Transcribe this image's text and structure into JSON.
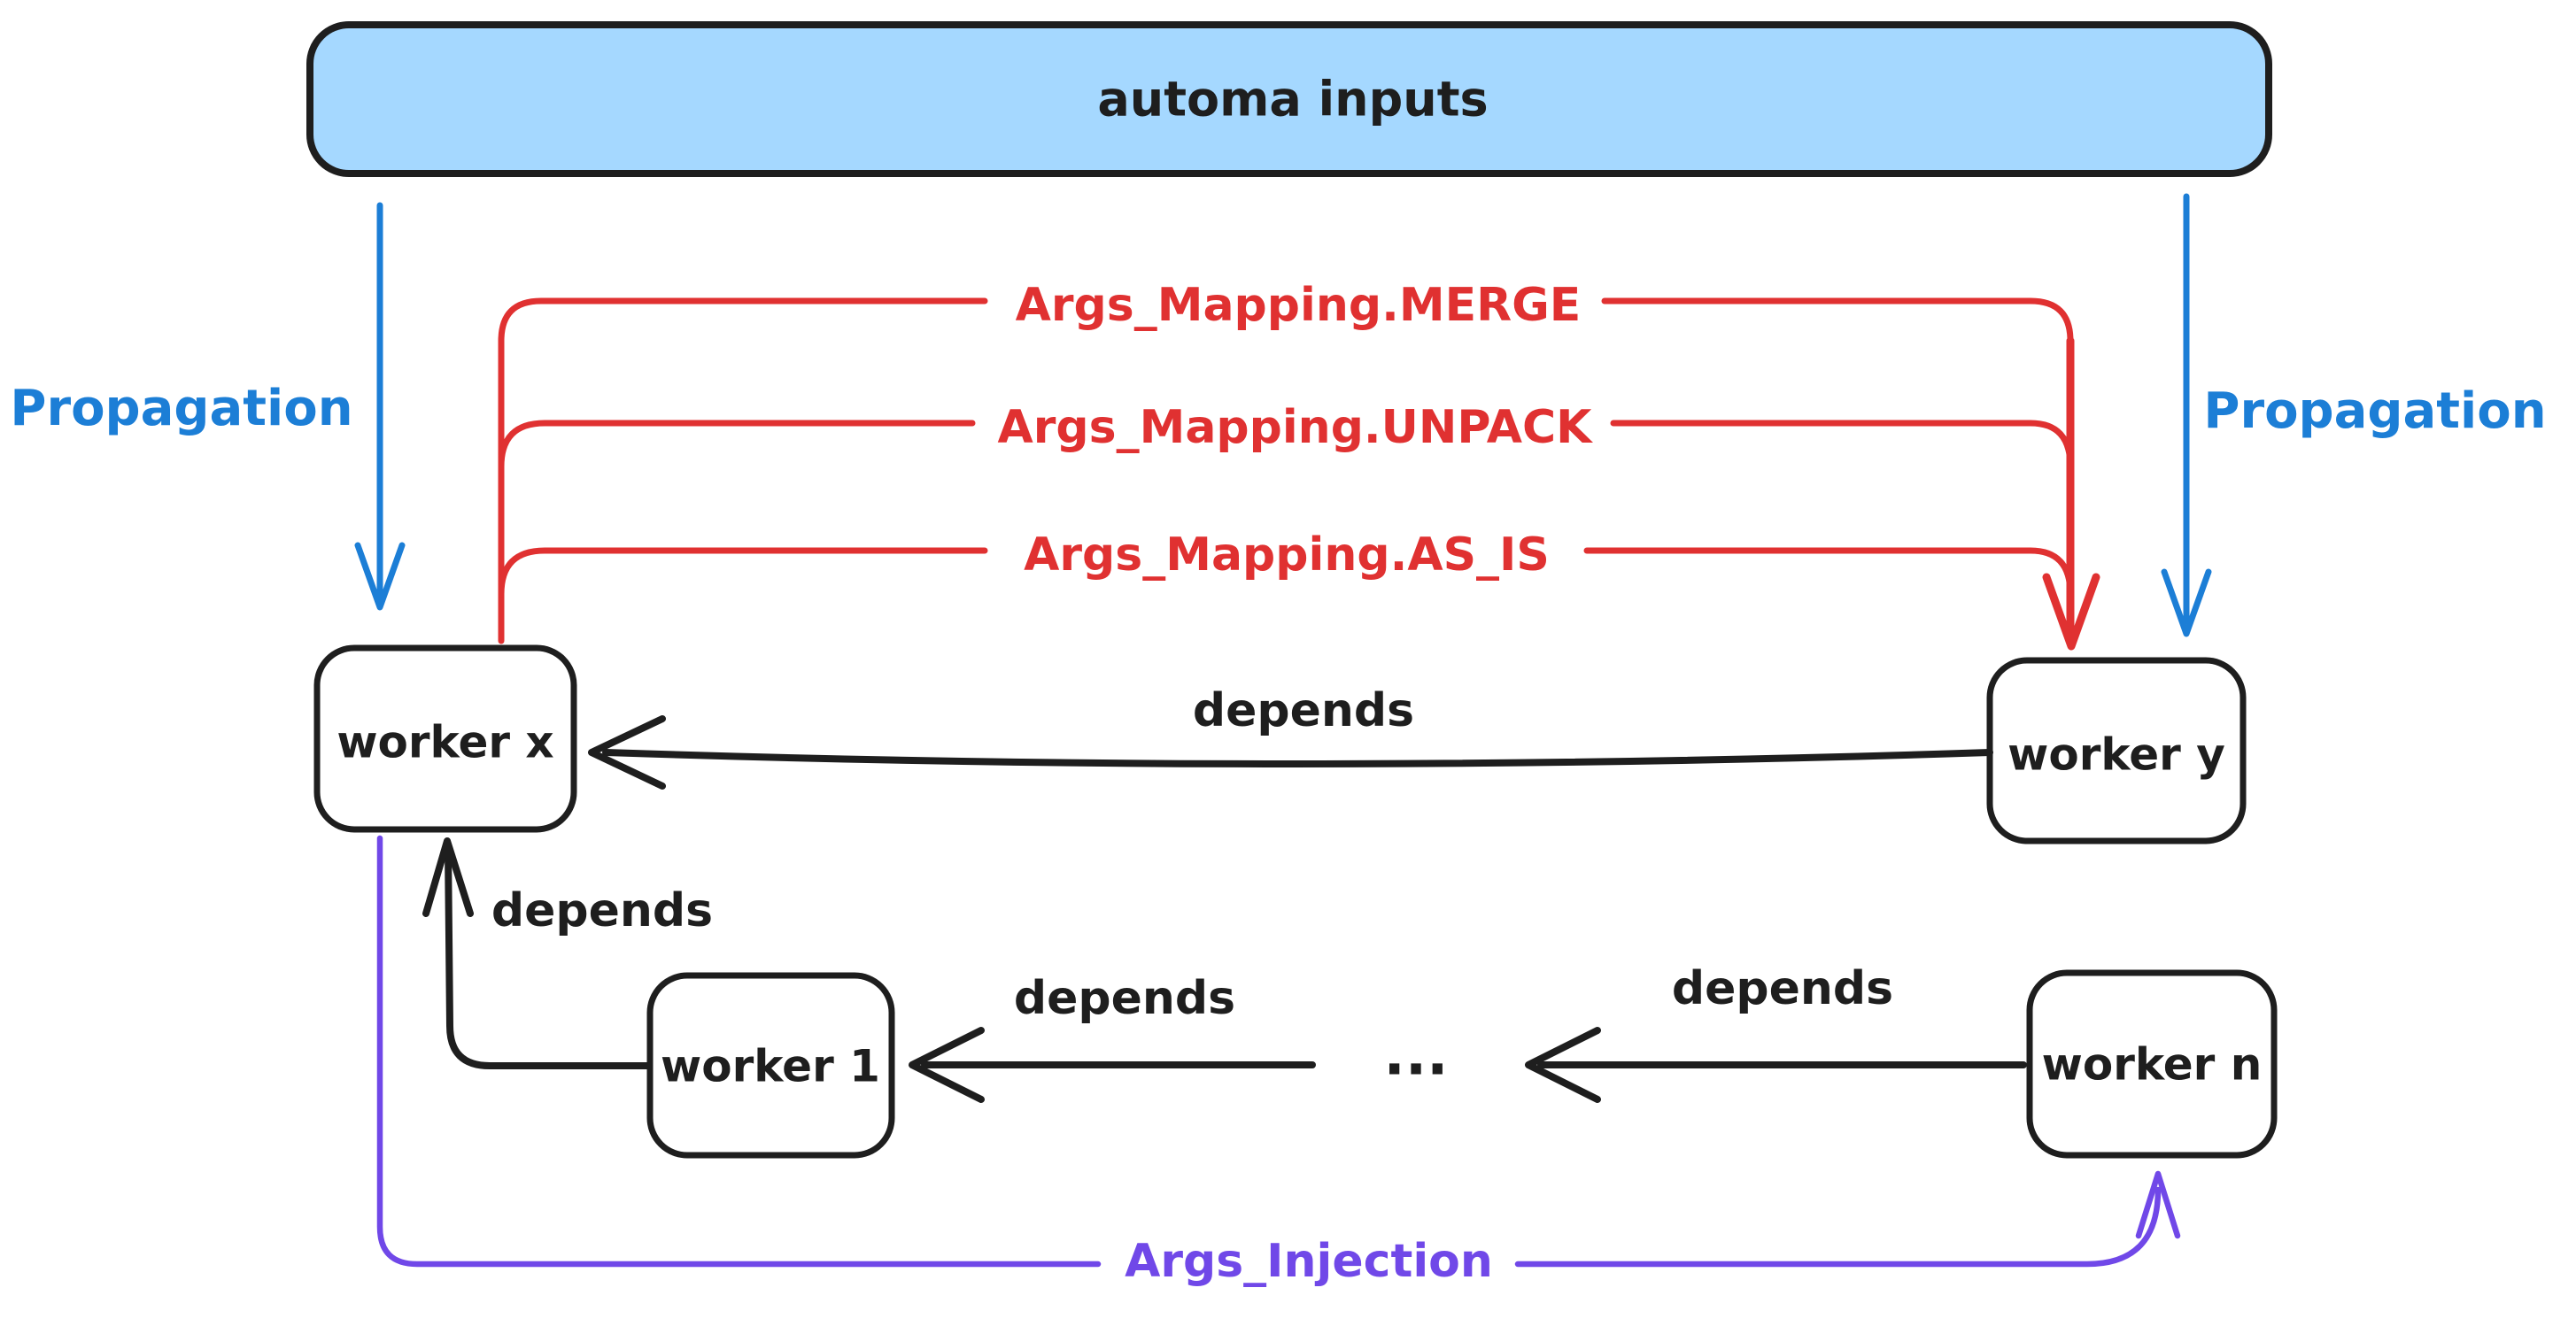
{
  "diagram": {
    "banner": {
      "label": "automa inputs"
    },
    "propagation_left": "Propagation",
    "propagation_right": "Propagation",
    "mappings": {
      "merge": "Args_Mapping.MERGE",
      "unpack": "Args_Mapping.UNPACK",
      "as_is": "Args_Mapping.AS_IS"
    },
    "nodes": {
      "worker_x": "worker x",
      "worker_y": "worker y",
      "worker_1": "worker 1",
      "worker_n": "worker n",
      "ellipsis": "..."
    },
    "depends": {
      "y_to_x": "depends",
      "w1_to_x": "depends",
      "dots_to_w1": "depends",
      "n_to_dots": "depends"
    },
    "injection": "Args_Injection",
    "colors": {
      "blue": "#1c7ed6",
      "light_blue_fill": "#a5d8ff",
      "red": "#e03131",
      "purple": "#7048e8",
      "black": "#1e1e1e",
      "background": "#ffffff"
    }
  }
}
